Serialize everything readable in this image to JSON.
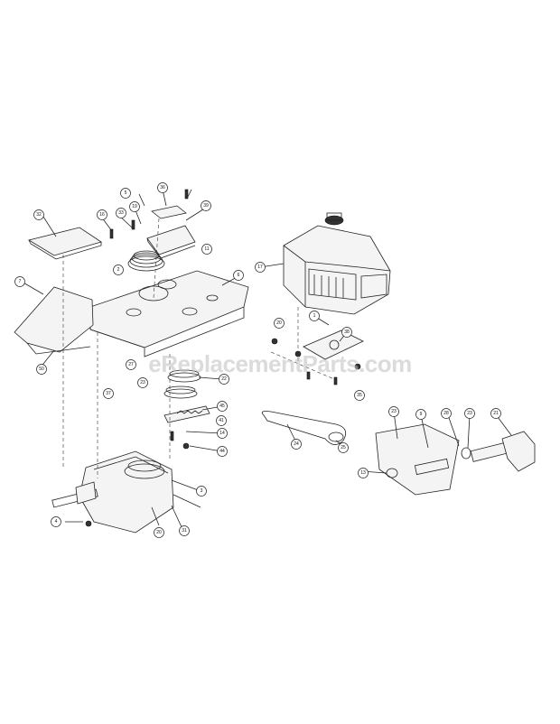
{
  "watermark": "eReplacementParts.com",
  "callouts": [
    "32",
    "16",
    "33",
    "19",
    "36",
    "39",
    "11",
    "6",
    "7",
    "5",
    "2",
    "17",
    "20",
    "1",
    "38",
    "50",
    "27",
    "37",
    "23",
    "35",
    "22",
    "45",
    "41",
    "14",
    "44",
    "3",
    "24",
    "25",
    "21",
    "23",
    "9",
    "28",
    "23",
    "13",
    "4",
    "20",
    "31"
  ],
  "colors": {
    "line": "#222222",
    "background": "#ffffff",
    "watermark": "#bebebe"
  }
}
